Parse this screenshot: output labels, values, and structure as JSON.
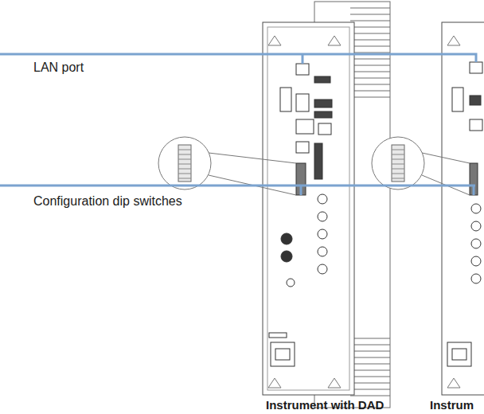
{
  "diagram": {
    "labels": [
      "LAN port",
      "Configuration dip switches",
      "Instrument with DAD",
      "Instrum"
    ]
  }
}
